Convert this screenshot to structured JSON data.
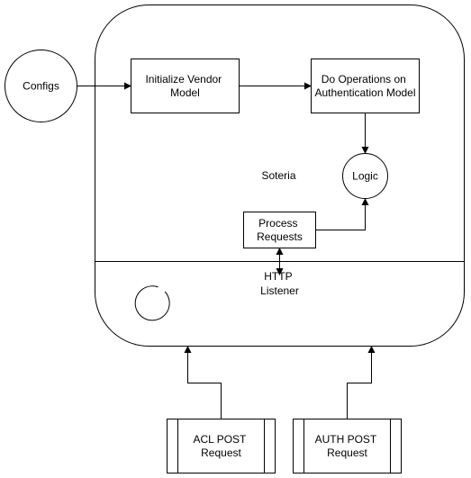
{
  "nodes": {
    "configs": "Configs",
    "init_vendor": [
      "Initialize Vendor",
      "Model"
    ],
    "do_operations": [
      "Do Operations on",
      "Authentication Model"
    ],
    "soteria": "Soteria",
    "logic": "Logic",
    "process_requests": [
      "Process",
      "Requests"
    ],
    "http_listener": [
      "HTTP",
      "Listener"
    ],
    "acl_post": [
      "ACL POST",
      "Request"
    ],
    "auth_post": [
      "AUTH POST",
      "Request"
    ]
  },
  "colors": {
    "stroke": "#000000",
    "fill": "#ffffff",
    "text": "#000000"
  }
}
